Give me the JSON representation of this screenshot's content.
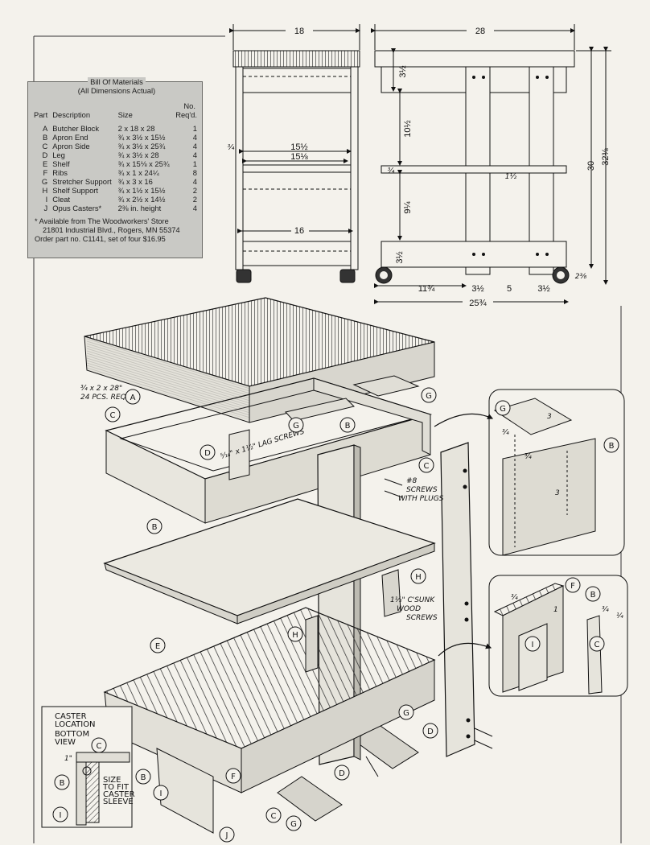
{
  "bom": {
    "title": "Bill Of Materials",
    "subtitle": "(All Dimensions Actual)",
    "col_no": "No.",
    "headers": [
      "Part",
      "Description",
      "Size",
      "Req'd."
    ],
    "rows": [
      {
        "part": "A",
        "desc": "Butcher Block",
        "size": "2 x 18 x 28",
        "qty": "1"
      },
      {
        "part": "B",
        "desc": "Apron End",
        "size": "¾ x 3½ x 15½",
        "qty": "4"
      },
      {
        "part": "C",
        "desc": "Apron Side",
        "size": "¾ x 3½ x 25¾",
        "qty": "4"
      },
      {
        "part": "D",
        "desc": "Leg",
        "size": "¾ x 3½ x 28",
        "qty": "4"
      },
      {
        "part": "E",
        "desc": "Shelf",
        "size": "¾ x 15⅛ x 25¾",
        "qty": "1"
      },
      {
        "part": "F",
        "desc": "Ribs",
        "size": "¾ x 1 x 24¼",
        "qty": "8"
      },
      {
        "part": "G",
        "desc": "Stretcher Support",
        "size": "¾ x 3 x 16",
        "qty": "4"
      },
      {
        "part": "H",
        "desc": "Shelf Support",
        "size": "¾ x 1½ x 15½",
        "qty": "2"
      },
      {
        "part": "I",
        "desc": "Cleat",
        "size": "¾ x 2½ x 14½",
        "qty": "2"
      },
      {
        "part": "J",
        "desc": "Opus Casters*",
        "size": "2⅜ in. height",
        "qty": "4"
      }
    ],
    "note": [
      "* Available from The Woodworkers' Store",
      "21801 Industrial Blvd., Rogers, MN 55374",
      "Order part no. C1141, set of four $16.95"
    ]
  },
  "front_view": {
    "width": "18",
    "inner1": "15½",
    "inner2": "15⅛",
    "bottom": "16",
    "side_small": "¾"
  },
  "side_view": {
    "width": "28",
    "height": "30",
    "total_height": "32⅜",
    "dims": [
      "3½",
      "10½",
      "9¼",
      "3½",
      "¾",
      "1½"
    ],
    "bottom_dims": [
      "11¾",
      "3½",
      "5",
      "3½",
      "25¾"
    ],
    "caster": "2⅜"
  },
  "exploded": {
    "callouts": {
      "a_note_1": "¾ x 2 x 28\"",
      "a_note_2": "24 PCS. REQ'D.",
      "lag": "⁵⁄₁₆\" x 1½\" LAG SCREWS",
      "screws_1": "#8",
      "screws_2": "SCREWS",
      "screws_3": "WITH PLUGS",
      "csunk_1": "1½\" C'SUNK",
      "csunk_2": "WOOD",
      "csunk_3": "SCREWS"
    },
    "letters": [
      "A",
      "B",
      "C",
      "D",
      "E",
      "F",
      "G",
      "H",
      "I",
      "J"
    ]
  },
  "caster_inset": {
    "title1": "CASTER",
    "title2": "LOCATION",
    "title3": "BOTTOM",
    "title4": "VIEW",
    "dim1": "1\"",
    "size1": "SIZE",
    "size2": "TO FIT",
    "size3": "CASTER",
    "size4": "SLEEVE"
  },
  "detail_g": {
    "dims": [
      "3",
      "¾",
      "¾",
      "3"
    ]
  },
  "detail_f": {
    "dims": [
      "¾",
      "1",
      "¾",
      "¼"
    ]
  }
}
